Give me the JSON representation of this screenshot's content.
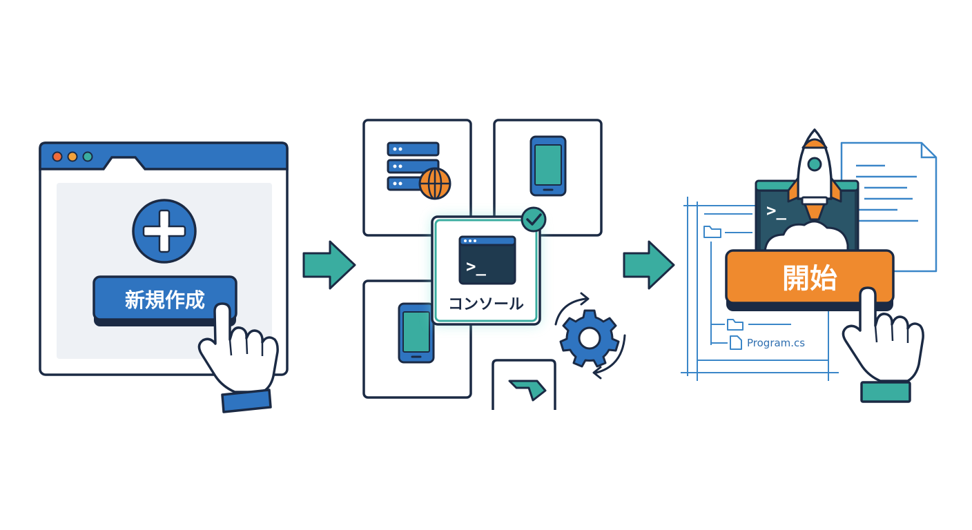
{
  "step1": {
    "button_label": "新規作成"
  },
  "step2": {
    "console_label": "コンソール",
    "prompt_glyph": ">_"
  },
  "step3": {
    "button_label": "開始",
    "file_name": "Program.cs",
    "prompt_glyph": ">_"
  },
  "colors": {
    "navy": "#1b2a44",
    "blue": "#2f74c0",
    "teal": "#3aada0",
    "orange": "#ef8a2e",
    "light_blue": "#3a86c8"
  }
}
